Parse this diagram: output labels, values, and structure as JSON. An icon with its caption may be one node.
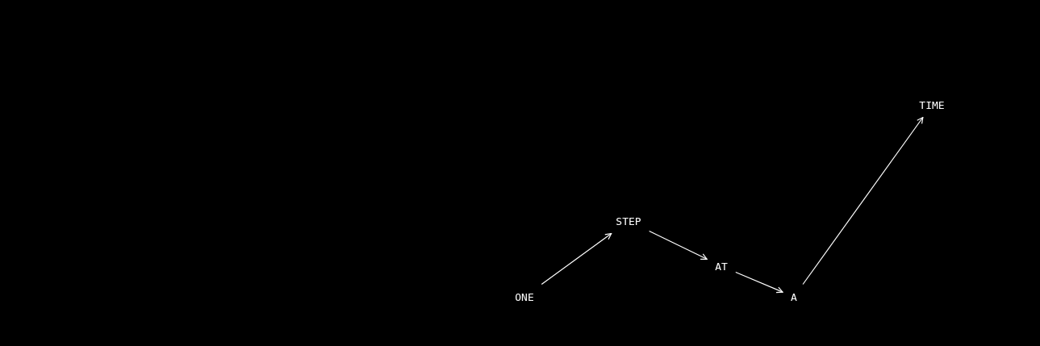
{
  "diagram": {
    "nodes": [
      {
        "text": [
          "ONE"
        ]
      },
      {
        "text": [
          "STEP"
        ]
      },
      {
        "text": [
          "AT"
        ]
      },
      {
        "text": [
          "A"
        ]
      },
      {
        "text": [
          "TIME"
        ]
      }
    ],
    "edges": [
      {
        "from": 0,
        "to": 1,
        "arrow": "to"
      },
      {
        "from": 1,
        "to": 2,
        "arrow": "to"
      },
      {
        "from": 2,
        "to": 3,
        "arrow": "to"
      },
      {
        "from": 3,
        "to": 4,
        "arrow": "to"
      }
    ]
  }
}
